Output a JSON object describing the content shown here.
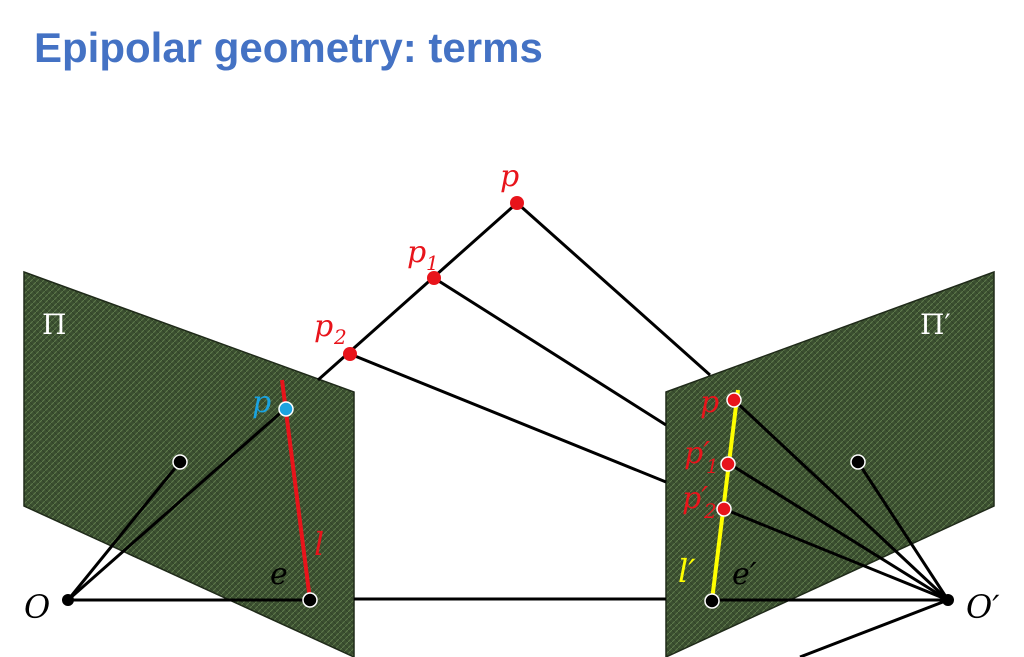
{
  "title": "Epipolar geometry: terms",
  "colors": {
    "title": "#4472c4",
    "plane_fill": "#3b4f30",
    "plane_texture": "#5a7448",
    "red": "#e8141b",
    "cyan": "#1aa3e0",
    "yellow": "#ffff00",
    "black": "#000000"
  },
  "labels": {
    "world_p": "p",
    "world_p1": "p",
    "world_p1_sub": "1",
    "world_p2": "p",
    "world_p2_sub": "2",
    "plane_left": "Π",
    "plane_right": "Π′",
    "left_point": "p",
    "left_line": "l",
    "left_epipole": "e",
    "right_p": "p",
    "right_p1": "p′",
    "right_p1_sub": "1",
    "right_p2": "p′",
    "right_p2_sub": "2",
    "right_line": "l′",
    "right_epipole": "e′",
    "camera_left": "O",
    "camera_right": "O′"
  }
}
